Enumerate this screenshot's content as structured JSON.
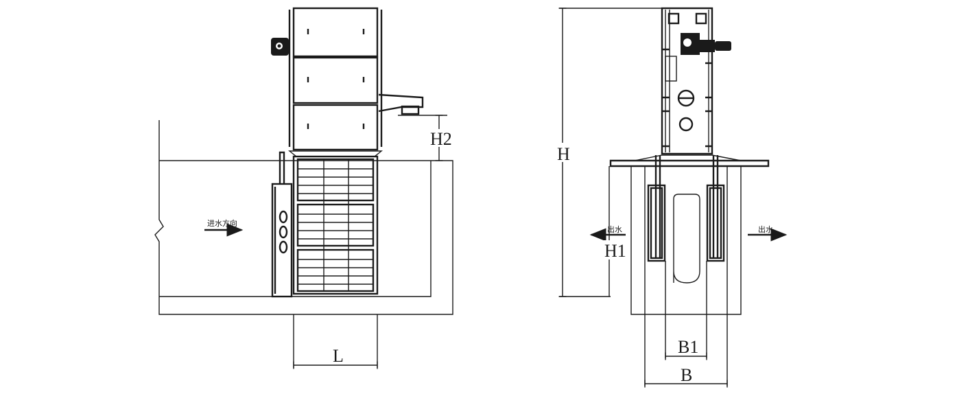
{
  "front_view": {
    "inflow_label": "进水方向",
    "dim_L": "L",
    "dim_H2": "H2"
  },
  "side_view": {
    "outflow_left_label": "出水",
    "outflow_right_label": "出水",
    "dim_H": "H",
    "dim_H1": "H1",
    "dim_B1": "B1",
    "dim_B": "B"
  }
}
